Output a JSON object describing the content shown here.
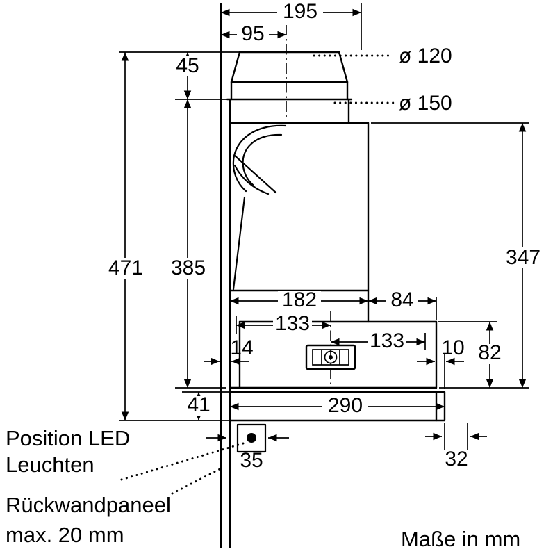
{
  "drawing": {
    "dims": {
      "d195": "195",
      "d95": "95",
      "d45": "45",
      "dia120": "ø 120",
      "dia150": "ø 150",
      "d471": "471",
      "d385": "385",
      "d347": "347",
      "d182": "182",
      "d84": "84",
      "d133a": "133",
      "d133b": "133",
      "d14": "14",
      "d10": "10",
      "d82": "82",
      "d41": "41",
      "d290": "290",
      "d35": "35",
      "d32": "32"
    },
    "notes": {
      "led_line1": "Position LED",
      "led_line2": "Leuchten",
      "panel_line1": "Rückwandpaneel",
      "panel_line2": "max. 20 mm",
      "units": "Maße in mm"
    },
    "colors": {
      "ink": "#000000",
      "paper": "#ffffff"
    }
  }
}
